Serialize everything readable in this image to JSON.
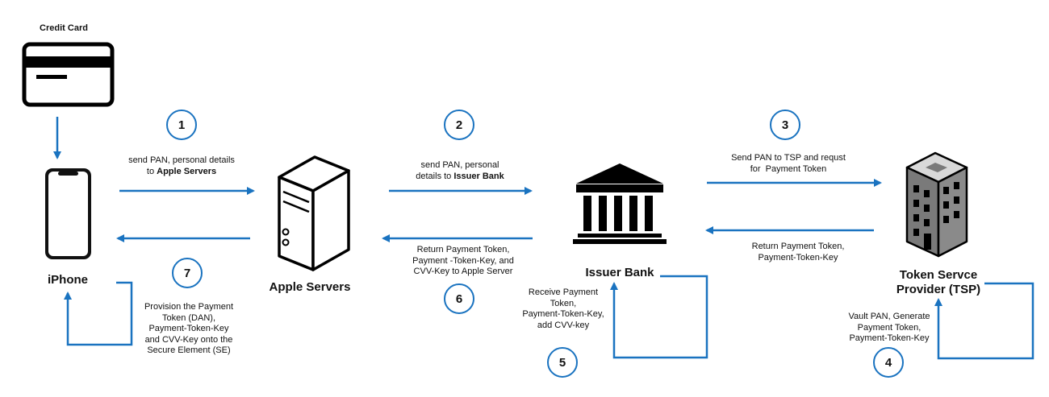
{
  "colors": {
    "arrow": "#1a73c0",
    "badge_border": "#1a73c0",
    "text": "#111111",
    "icon": "#000000",
    "building_body": "#7a7a7a"
  },
  "actors": {
    "credit_card": "Credit Card",
    "iphone": "iPhone",
    "apple_servers": "Apple Servers",
    "issuer_bank": "Issuer Bank",
    "tsp_line1": "Token Servce",
    "tsp_line2": "Provider (TSP)"
  },
  "steps": [
    {
      "number": "1",
      "lines": [
        "send PAN, personal details"
      ],
      "prefix": "to ",
      "bold": "Apple Servers"
    },
    {
      "number": "2",
      "lines": [
        "send PAN, personal"
      ],
      "prefix": "details to ",
      "bold": "Issuer Bank"
    },
    {
      "number": "3",
      "lines": [
        "Send PAN to TSP and requst",
        "for  Payment Token"
      ]
    },
    {
      "number": "4",
      "lines": [
        "Vault PAN, Generate",
        "Payment Token,",
        "Payment-Token-Key"
      ]
    },
    {
      "number": "5",
      "lines": [
        "Receive Payment",
        "Token,",
        "Payment-Token-Key,",
        "add CVV-key"
      ]
    },
    {
      "number": "6",
      "lines": [
        "Return Payment Token,",
        "Payment -Token-Key, and",
        "CVV-Key to Apple Server"
      ]
    },
    {
      "number": "7",
      "lines": [
        "Provision the Payment",
        "Token (DAN),",
        "Payment-Token-Key",
        "and CVV-Key onto the",
        "Secure Element (SE)"
      ]
    }
  ],
  "labels": {
    "return_tsp": [
      "Return Payment Token,",
      "Payment-Token-Key"
    ]
  },
  "icons": [
    "credit-card-icon",
    "iphone-icon",
    "server-icon",
    "bank-icon",
    "office-building-icon"
  ]
}
